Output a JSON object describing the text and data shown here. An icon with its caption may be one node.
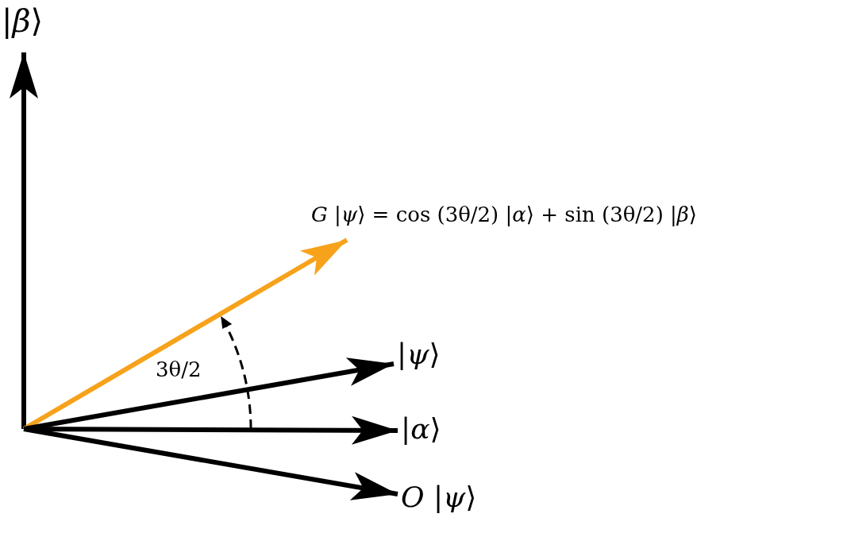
{
  "diagram": {
    "nodes": [
      {
        "text": [
          "|*β*⟩"
        ]
      },
      {
        "text": [
          "*G* |*ψ*⟩ = cos (3θ/2) |*α*⟩ + sin (3θ/2) |*β*⟩"
        ]
      },
      {
        "text": [
          "|*ψ*⟩"
        ]
      },
      {
        "text": [
          "|*α*⟩"
        ]
      },
      {
        "text": [
          "*O* |*ψ*⟩"
        ]
      }
    ],
    "edges": [
      {
        "from": null,
        "to": 0,
        "arrow": "to"
      },
      {
        "from": null,
        "to": 1,
        "arrow": "to",
        "color": "#f7a21b"
      },
      {
        "from": null,
        "to": 2,
        "arrow": "to"
      },
      {
        "from": null,
        "to": 3,
        "arrow": "to"
      },
      {
        "from": null,
        "to": 4,
        "arrow": "to"
      }
    ],
    "labels": [
      "3θ/2"
    ]
  }
}
